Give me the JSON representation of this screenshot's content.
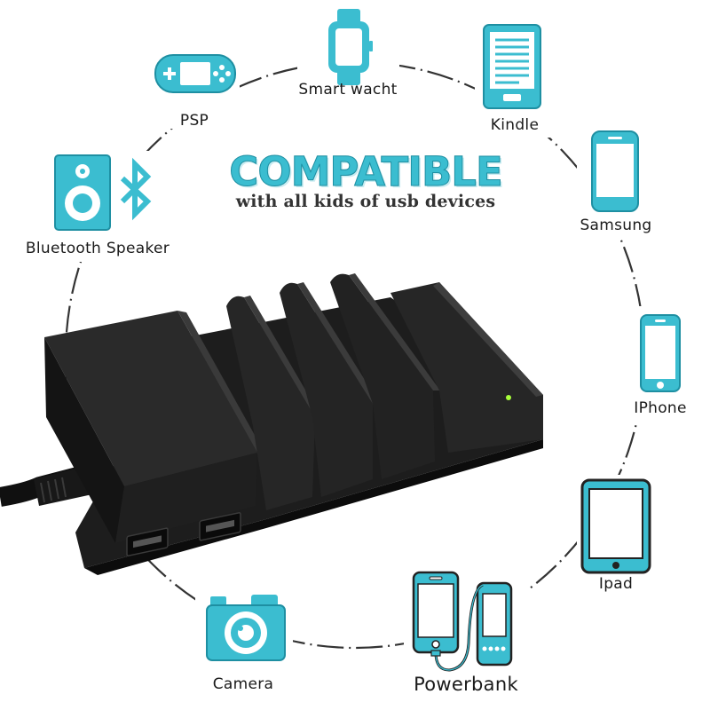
{
  "headline": {
    "title": "COMPATIBLE",
    "subtitle": "with all kids of usb devices"
  },
  "devices": [
    {
      "id": "psp",
      "label": "PSP",
      "icon": "game-console-icon"
    },
    {
      "id": "smartwatch",
      "label": "Smart wacht",
      "icon": "smartwatch-icon"
    },
    {
      "id": "kindle",
      "label": "Kindle",
      "icon": "ereader-icon"
    },
    {
      "id": "samsung",
      "label": "Samsung",
      "icon": "smartphone-icon"
    },
    {
      "id": "iphone",
      "label": "IPhone",
      "icon": "iphone-icon"
    },
    {
      "id": "ipad",
      "label": "Ipad",
      "icon": "tablet-icon"
    },
    {
      "id": "powerbank",
      "label": "Powerbank",
      "icon": "powerbank-icon"
    },
    {
      "id": "camera",
      "label": "Camera",
      "icon": "camera-icon"
    },
    {
      "id": "speaker",
      "label": "Bluetooth Speaker",
      "icon": "bluetooth-speaker-icon"
    }
  ],
  "colors": {
    "accent": "#3bbdd0",
    "accent_dark": "#1e8fa2",
    "outline": "#222222",
    "product": "#1b1b1b",
    "led": "#a8ff3a"
  },
  "product": {
    "name": "usb-charging-station",
    "icon": "charging-dock-image"
  }
}
